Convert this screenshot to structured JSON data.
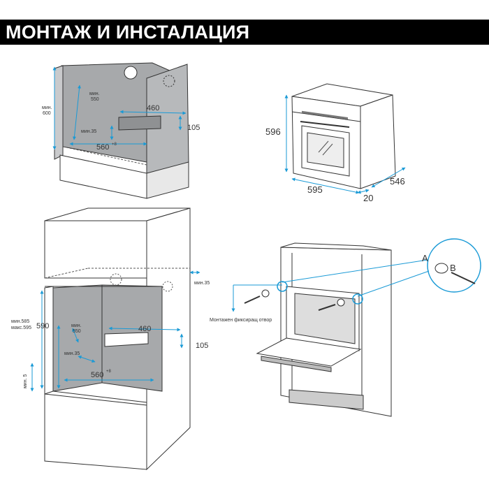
{
  "header": {
    "title": "МОНТАЖ И ИНСТАЛАЦИЯ"
  },
  "colors": {
    "accent": "#1a9ad6",
    "cabinet_gray": "#a7a9ab",
    "line": "#333333",
    "header_bg": "#000000"
  },
  "diagram_top_left": {
    "min_label": "мин.",
    "min_600_value": "600",
    "min_550_label": "мин.",
    "min_550_value": "550",
    "dim_460": "460",
    "dim_105": "105",
    "min35": "мин.35",
    "dim_560": "560",
    "tol_560": "+8"
  },
  "diagram_oven": {
    "height": "596",
    "width": "595",
    "depth": "546",
    "door_depth": "20"
  },
  "diagram_bottom_left": {
    "min35_top": "мин.35",
    "dim_590": "590",
    "min585": "мин.585",
    "max595": "макс.595",
    "min_label": "мин.",
    "min_550_value": "550",
    "dim_460": "460",
    "dim_105": "105",
    "min35": "мин.35",
    "min5": "мин. 5",
    "dim_560": "560",
    "tol_560": "+8"
  },
  "diagram_mount": {
    "label_a": "A",
    "label_b": "B",
    "fixing_hole": "Монтажен фиксиращ отвор"
  }
}
